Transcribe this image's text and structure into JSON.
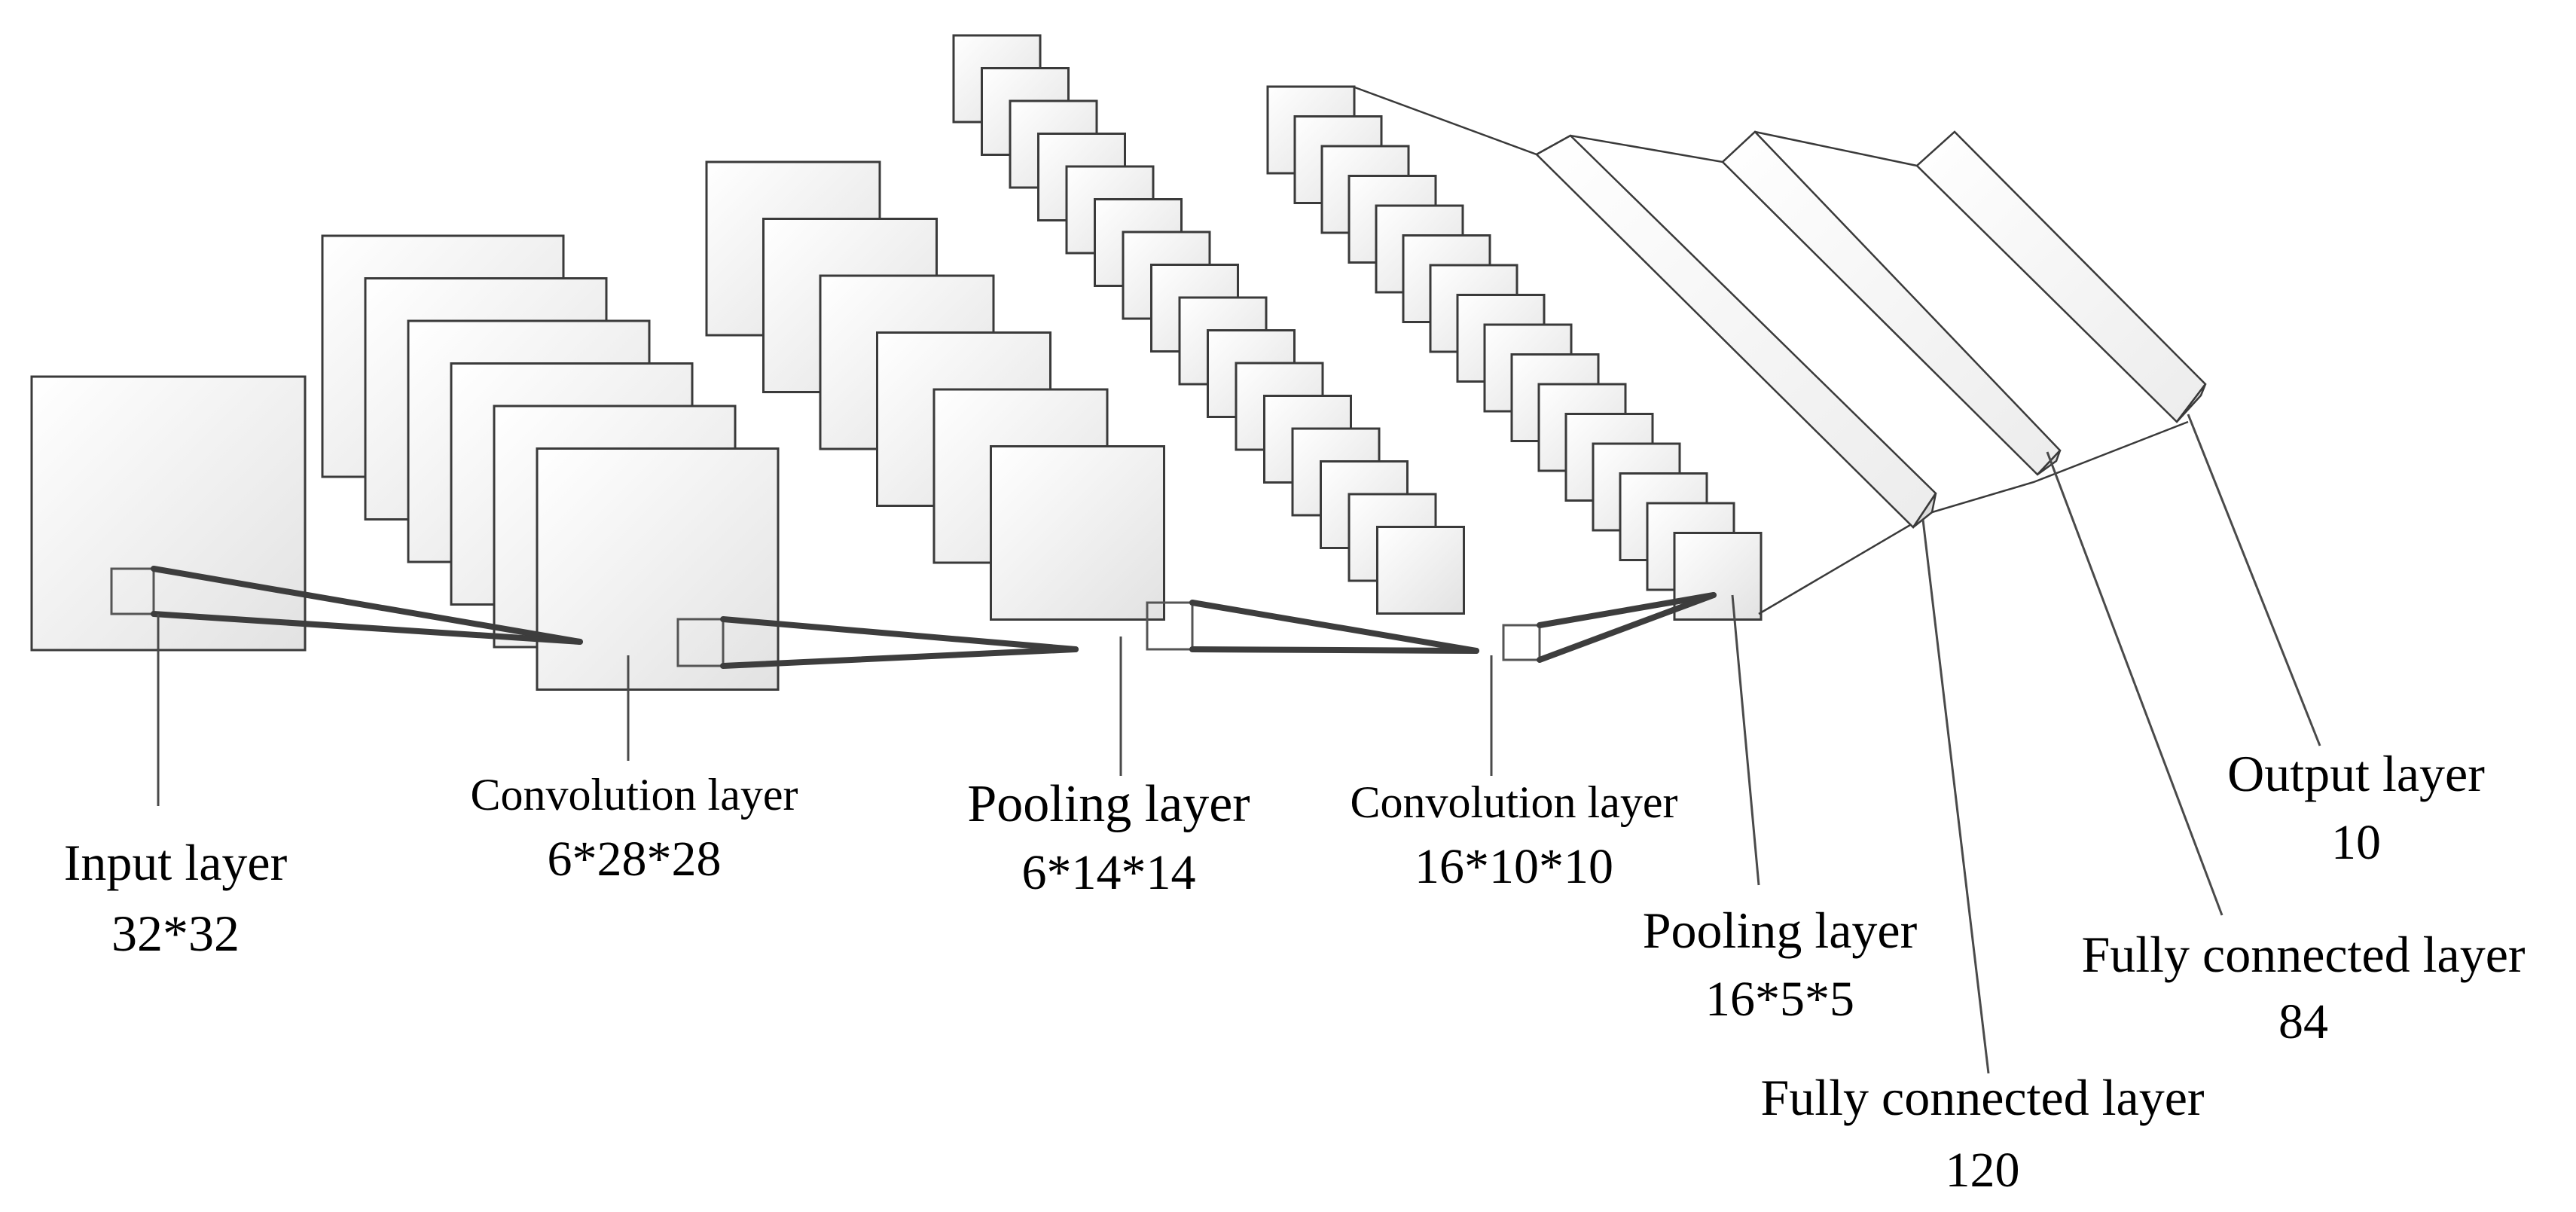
{
  "labels": {
    "input": {
      "name": "Input layer",
      "dims": "32*32"
    },
    "conv1": {
      "name": "Convolution layer",
      "dims": "6*28*28"
    },
    "pool1": {
      "name": "Pooling layer",
      "dims": "6*14*14"
    },
    "conv2": {
      "name": "Convolution layer",
      "dims": "16*10*10"
    },
    "pool2": {
      "name": "Pooling layer",
      "dims": "16*5*5"
    },
    "fc1": {
      "name": "Fully connected layer",
      "dims": "120"
    },
    "fc2": {
      "name": "Fully connected layer",
      "dims": "84"
    },
    "output": {
      "name": "Output layer",
      "dims": "10"
    }
  },
  "stacks": {
    "conv1_maps": 6,
    "pool1_maps": 6,
    "conv2_maps": 16,
    "pool2_maps": 16
  }
}
